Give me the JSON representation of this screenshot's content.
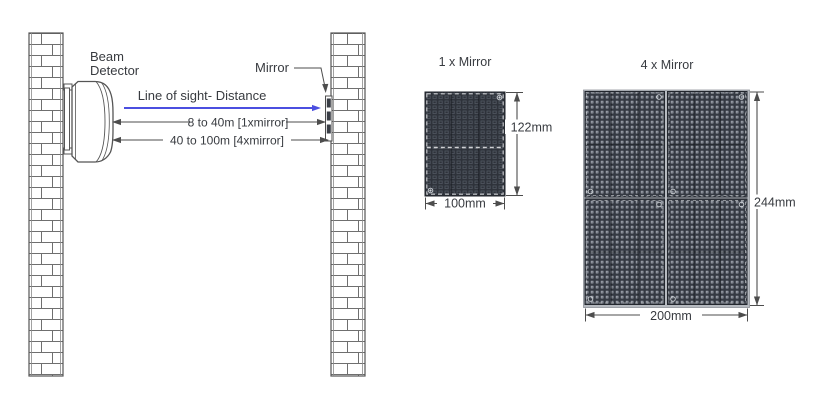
{
  "scene": {
    "detector_label_line1": "Beam",
    "detector_label_line2": "Detector",
    "mirror_label": "Mirror",
    "line_of_sight_label": "Line of sight- Distance",
    "range_1x_label": "8 to 40m [1xmirror]",
    "range_4x_label": "40 to 100m [4xmirror]"
  },
  "mirror_1x": {
    "title": "1 x Mirror",
    "height_label": "122mm",
    "width_label": "100mm"
  },
  "mirror_4x": {
    "title": "4 x Mirror",
    "height_label": "244mm",
    "width_label": "200mm"
  },
  "colors": {
    "drawing_line": "#4d4d4d",
    "beam_line": "#4b4fe0",
    "mirror_panel_dark": "#2e323a",
    "mirror_panel_light": "#343942",
    "text": "#383b40"
  }
}
